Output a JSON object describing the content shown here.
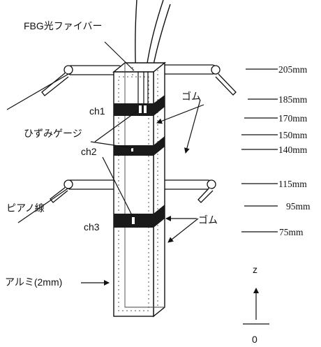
{
  "labels": {
    "fbg": "FBG光ファイバー",
    "gomu_top": "ゴム",
    "gomu_bottom": "ゴム",
    "strain_gauge": "ひずみゲージ",
    "piano_wire": "ピアノ線",
    "aluminum": "アルミ(2mm)",
    "ch1": "ch1",
    "ch2": "ch2",
    "ch3": "ch3",
    "z_axis": "z",
    "origin": "0"
  },
  "levels": [
    "205mm",
    "185mm",
    "170mm",
    "150mm",
    "140mm",
    "115mm",
    "95mm",
    "75mm"
  ]
}
